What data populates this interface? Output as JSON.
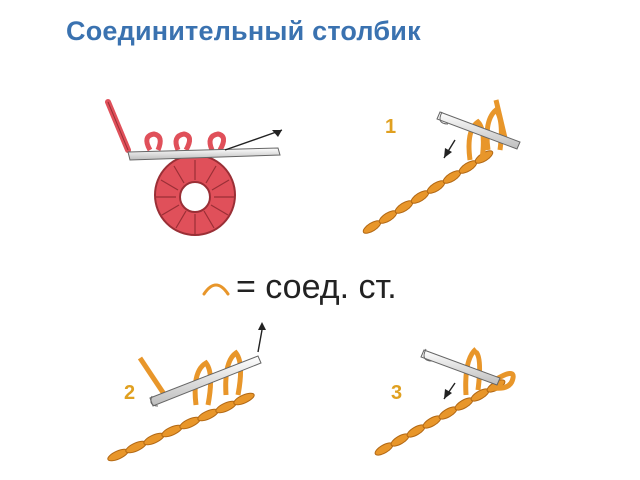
{
  "title": "Соединительный столбик",
  "legend": {
    "symbol": "arc-symbol",
    "text": "= соед. ст."
  },
  "steps": [
    "1",
    "2",
    "3"
  ],
  "colors": {
    "title": "#3a72b0",
    "ring": "#e0505a",
    "yarn": "#e8962a",
    "hook": "#d9d9d9",
    "step_number": "#e0a020"
  }
}
